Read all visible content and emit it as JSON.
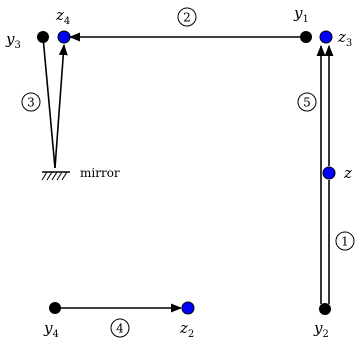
{
  "nodes": {
    "y1": {
      "name": "y",
      "sub": "1",
      "color": "#000000"
    },
    "y2": {
      "name": "y",
      "sub": "2",
      "color": "#000000"
    },
    "y3": {
      "name": "y",
      "sub": "3",
      "color": "#000000"
    },
    "y4": {
      "name": "y",
      "sub": "4",
      "color": "#000000"
    },
    "z1": {
      "name": "z",
      "sub": "",
      "color": "#0000ff"
    },
    "z2": {
      "name": "z",
      "sub": "2",
      "color": "#0000ff"
    },
    "z3": {
      "name": "z",
      "sub": "3",
      "color": "#0000ff"
    },
    "z4": {
      "name": "z",
      "sub": "4",
      "color": "#0000ff"
    }
  },
  "steps": {
    "s1": "1",
    "s2": "2",
    "s3": "3",
    "s4": "4",
    "s5": "5"
  },
  "mirror_label": "mirror",
  "colors": {
    "y_node": "#000000",
    "z_node": "#0000ff"
  }
}
